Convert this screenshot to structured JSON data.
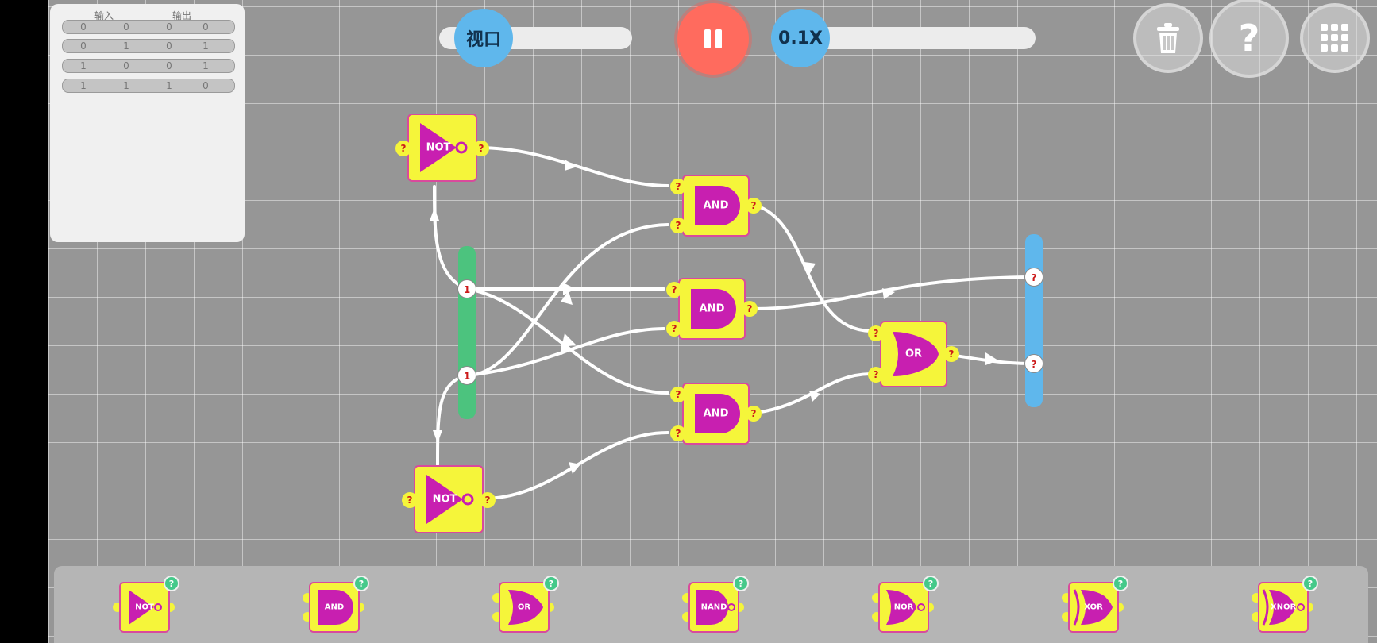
{
  "truth_table": {
    "headers": [
      "输入",
      "输出"
    ],
    "rows": [
      [
        "0",
        "0",
        "0",
        "0"
      ],
      [
        "0",
        "1",
        "0",
        "1"
      ],
      [
        "1",
        "0",
        "0",
        "1"
      ],
      [
        "1",
        "1",
        "1",
        "0"
      ]
    ]
  },
  "toolbar": {
    "viewport_label": "视口",
    "speed_label": "0.1X",
    "help_label": "?"
  },
  "gates": [
    {
      "type": "NOT",
      "in": [
        "?"
      ],
      "out": "?"
    },
    {
      "type": "AND",
      "in": [
        "?",
        "?"
      ],
      "out": "?"
    },
    {
      "type": "AND",
      "in": [
        "?",
        "?"
      ],
      "out": "?"
    },
    {
      "type": "AND",
      "in": [
        "?",
        "?"
      ],
      "out": "?"
    },
    {
      "type": "NOT",
      "in": [
        "?"
      ],
      "out": "?"
    },
    {
      "type": "OR",
      "in": [
        "?",
        "?"
      ],
      "out": "?"
    }
  ],
  "inputs": {
    "values": [
      "1",
      "1"
    ]
  },
  "outputs": {
    "values": [
      "?",
      "?"
    ]
  },
  "palette": {
    "items": [
      {
        "label": "NOT",
        "badge": "?"
      },
      {
        "label": "AND",
        "badge": "?"
      },
      {
        "label": "OR",
        "badge": "?"
      },
      {
        "label": "NAND",
        "badge": "?"
      },
      {
        "label": "NOR",
        "badge": "?"
      },
      {
        "label": "XOR",
        "badge": "?"
      },
      {
        "label": "XNOR",
        "badge": "?"
      }
    ]
  },
  "colors": {
    "gate_fill": "#f5f53a",
    "gate_border": "#d94a9c",
    "gate_symbol": "#c81fb0",
    "input_bar": "#4cc37e",
    "output_bar": "#5fb7ec",
    "pause_button": "#ff6b5e",
    "palette_badge": "#45c98a"
  },
  "icons": [
    "pause-icon",
    "trash-icon",
    "help-icon",
    "grid-menu-icon",
    "not-gate-icon",
    "and-gate-icon",
    "or-gate-icon",
    "nand-gate-icon",
    "nor-gate-icon",
    "xor-gate-icon",
    "xnor-gate-icon"
  ]
}
